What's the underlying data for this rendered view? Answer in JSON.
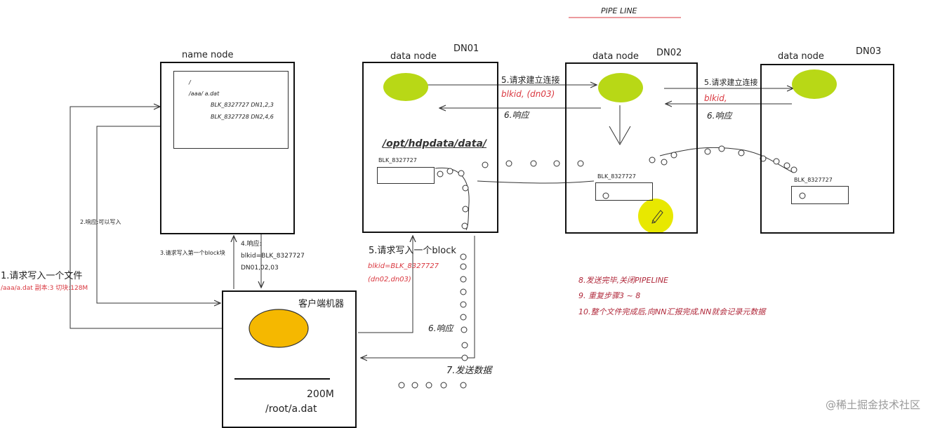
{
  "title": "PIPE LINE",
  "namenode": {
    "label": "name node",
    "meta": [
      "/",
      "/aaa/ a.dat",
      "BLK_8327727 DN1,2,3",
      "BLK_8327728 DN2,4,6"
    ]
  },
  "dn01": {
    "label": "data node",
    "id": "DN01",
    "path": "/opt/hdpdata/data/",
    "block": "BLK_8327727"
  },
  "dn02": {
    "label": "data node",
    "id": "DN02",
    "block": "BLK_8327727"
  },
  "dn03": {
    "label": "data node",
    "id": "DN03",
    "block": "BLK_8327727"
  },
  "client": {
    "label": "客户端机器",
    "size": "200M",
    "path": "/root/a.dat"
  },
  "steps": {
    "s1": "1.请求写入一个文件",
    "s1_note": "/aaa/a.dat 副本:3 切块:128M",
    "s2": "2.响应:可以写入",
    "s3": "3.请求写入第一个block块",
    "s4_line1": "4.响应:",
    "s4_line2": "blkid=BLK_8327727",
    "s4_line3": "DN01,02,03",
    "s5_client": "5.请求写入一个block",
    "s5_client_red1": "blkid=BLK_8327727",
    "s5_client_red2": "(dn02,dn03)",
    "s5_dn1": "5.请求建立连接",
    "s5_dn1_red": "blkid, (dn03)",
    "s6_dn1": "6.响应",
    "s5_dn2": "5.请求建立连接",
    "s5_dn2_red": "blkid,",
    "s6_dn2": "6.响应",
    "s6_client": "6.响应",
    "s7": "7.发送数据"
  },
  "notes": [
    "8.发送完毕,关闭PIPELINE",
    "9.  重复步骤3 ~ 8",
    "10.整个文件完成后,向NN汇报完成,NN就会记录元数据"
  ],
  "watermark": "@稀土掘金技术社区",
  "colors": {
    "node_fill": "#b8d816",
    "client_fill": "#f5b800",
    "highlight": "#e8e800",
    "red": "#d9363e"
  }
}
